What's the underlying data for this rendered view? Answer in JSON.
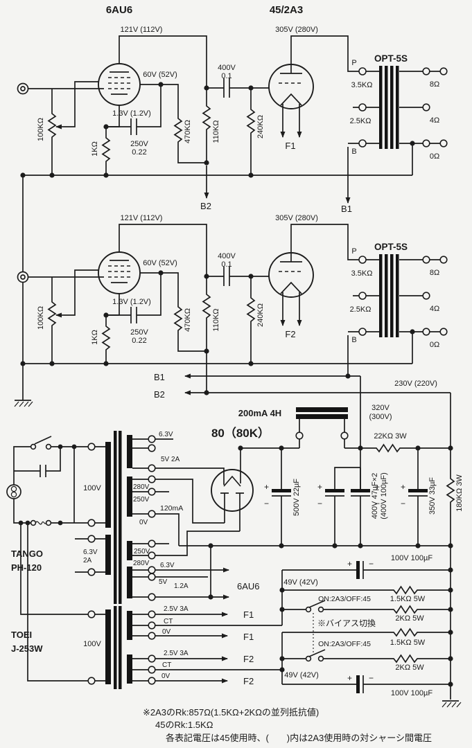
{
  "diagram": {
    "palette": {
      "paper": "#f4f4f2",
      "ink": "#1c1c1c"
    },
    "tubes": {
      "driver": "6AU6",
      "output": "45/2A3",
      "rectifier": "80（80K）"
    },
    "channel": {
      "plate_v": "121V (112V)",
      "out_plate_v": "305V (280V)",
      "screen_v": "60V (52V)",
      "cathode_v": "1.3V (1.2V)",
      "volume_pot": "100KΩ",
      "cathode_r": "1KΩ",
      "bypass_cap_v": "250V",
      "bypass_cap_uf": "0.22",
      "screen_r": "470KΩ",
      "plate_r": "110KΩ",
      "coupling_v": "400V",
      "coupling_uf": "0.1",
      "grid_r": "240KΩ",
      "opt": {
        "name": "OPT-5S",
        "p": "P",
        "b": "B",
        "z35": "3.5KΩ",
        "z25": "2.5KΩ",
        "s8": "8Ω",
        "s4": "4Ω",
        "s0": "0Ω"
      }
    },
    "ch1": {
      "fil": "F1",
      "b_plate": "B1",
      "b_screen": "B2"
    },
    "ch2": {
      "fil": "F2"
    },
    "psu": {
      "b1": "B1",
      "b2": "B2",
      "line_v": "230V (220V)",
      "choke": "200mA 4H",
      "v_choke_1": "320V",
      "v_choke_2": "(300V)",
      "r_drop": "22KΩ 3W",
      "r_bleed": "180KΩ 3W",
      "cap1": "500V 22µF",
      "cap23_1": "400V 47µF×2",
      "cap23_2": "(400V 100µF)",
      "cap4": "350V 33µF"
    },
    "pt": {
      "brand": "TANGO",
      "model": "PH-120",
      "primary": "100V",
      "w63": "6.3V",
      "w5": "5V 2A",
      "t280": "280V",
      "t250": "250V",
      "rating": "120mA",
      "t0": "0V",
      "b250": "250V",
      "b280": "280V",
      "aux1": "6.3V",
      "aux2": "2A",
      "h63": "6.3V",
      "h5": "5V",
      "h_rating": "1.2A",
      "h_dest": "6AU6"
    },
    "ft": {
      "brand": "TOEI",
      "model": "J-253W",
      "primary": "100V",
      "t25": "2.5V 3A",
      "ct": "CT",
      "t0": "0V"
    },
    "bias": {
      "cap": "100V 100µF",
      "v": "49V (42V)",
      "sw": "ON:2A3/OFF:45",
      "r1": "1.5KΩ 5W",
      "r2": "2KΩ 5W",
      "label": "※バイアス切換"
    },
    "notes": {
      "l1": "※2A3のRk:857Ω(1.5KΩ+2KΩの並列抵抗値)",
      "l2": "45のRk:1.5KΩ",
      "l3": "各表記電圧は45使用時、(　　)内は2A3使用時の対シャーシ間電圧"
    },
    "sym": {
      "plus": "+",
      "minus": "−"
    }
  }
}
